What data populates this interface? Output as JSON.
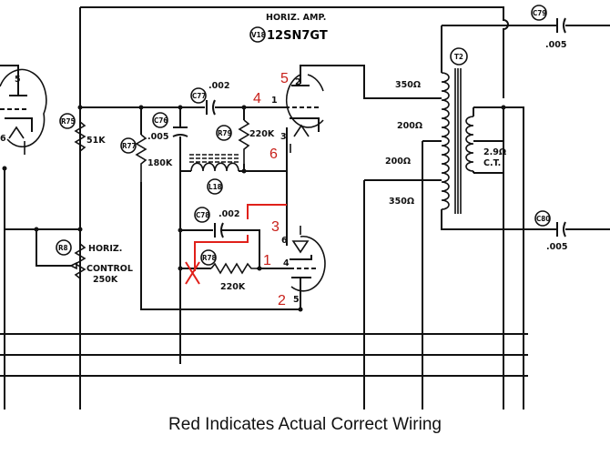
{
  "schematic": {
    "title_line1": "HORIZ. AMP.",
    "tube_ref": "V18",
    "tube_type": "12SN7GT",
    "components": {
      "C77": {
        "ref": "C77",
        "value": ".002"
      },
      "C76": {
        "ref": "C76",
        "value": ".005"
      },
      "R79": {
        "ref": "R79",
        "value": "220K"
      },
      "R77": {
        "ref": "R77",
        "value": "180K"
      },
      "R75": {
        "ref": "R75",
        "value": "51K"
      },
      "L18": {
        "ref": "L18"
      },
      "C78": {
        "ref": "C78",
        "value": ".002"
      },
      "R78": {
        "ref": "R78",
        "value": "220K"
      },
      "R8": {
        "ref": "R8",
        "value_line1": "HORIZ.",
        "value_line2": "CONTROL",
        "value_line3": "250K"
      },
      "T2": {
        "ref": "T2",
        "taps": [
          "350Ω",
          "200Ω",
          "200Ω",
          "350Ω"
        ],
        "secondary_line1": "2.9Ω",
        "secondary_line2": "C.T."
      },
      "C79": {
        "ref": "C79",
        "value": ".005"
      },
      "C80": {
        "ref": "C80",
        "value": ".005"
      }
    },
    "upper_tube_pins": [
      "2",
      "1",
      "3"
    ],
    "lower_tube_pins": [
      "6",
      "4",
      "5"
    ],
    "left_tube_pins": [
      "5",
      "6"
    ],
    "red_annotations": [
      "5",
      "4",
      "6",
      "3",
      "1",
      "2"
    ],
    "red_color": "#e0201a"
  },
  "caption": "Red Indicates Actual Correct Wiring"
}
